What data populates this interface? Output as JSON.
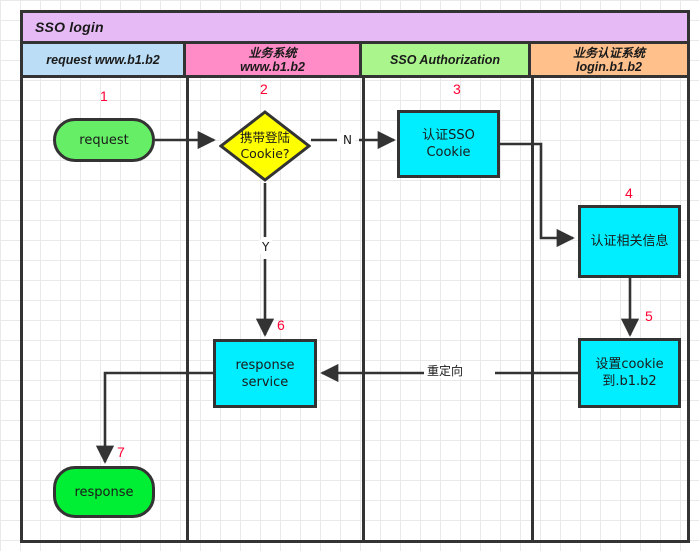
{
  "diagram": {
    "title": "SSO login",
    "lanes": [
      {
        "id": "lane-request",
        "line1": "request www.b1.b2",
        "line2": "",
        "color": "#BBDDF5"
      },
      {
        "id": "lane-business",
        "line1": "业务系统",
        "line2": "www.b1.b2",
        "color": "#FF8CC6"
      },
      {
        "id": "lane-sso",
        "line1": "SSO Authorization",
        "line2": "",
        "color": "#AAF58C"
      },
      {
        "id": "lane-auth",
        "line1": "业务认证系统",
        "line2": "login.b1.b2",
        "color": "#FFC08C"
      }
    ],
    "nodes": [
      {
        "id": "node-request",
        "label": "request",
        "shape": "pill",
        "color": "#66EE66",
        "step": "1"
      },
      {
        "id": "node-cookie-decision",
        "label": "携带登陆\nCookie?",
        "shape": "diamond",
        "color": "#FFFF00",
        "step": "2"
      },
      {
        "id": "node-verify-sso-cookie",
        "label": "认证SSO\nCookie",
        "shape": "rect",
        "color": "#00EEFF",
        "step": "3"
      },
      {
        "id": "node-auth-info",
        "label": "认证相关信息",
        "shape": "rect",
        "color": "#00EEFF",
        "step": "4"
      },
      {
        "id": "node-set-cookie",
        "label": "设置cookie\n到.b1.b2",
        "shape": "rect",
        "color": "#00EEFF",
        "step": "5"
      },
      {
        "id": "node-response-service",
        "label": "response\nservice",
        "shape": "rect",
        "color": "#00EEFF",
        "step": "6"
      },
      {
        "id": "node-response",
        "label": "response",
        "shape": "pill",
        "color": "#00EE33",
        "step": "7"
      }
    ],
    "edge_labels": [
      {
        "id": "edge-label-no",
        "text": "N"
      },
      {
        "id": "edge-label-yes",
        "text": "Y"
      },
      {
        "id": "edge-label-redirect",
        "text": "重定向"
      }
    ],
    "colors": {
      "title_bar": "#E6BBF5",
      "stroke": "#333333",
      "step_number": "#FF0033",
      "grid": "#E9E9E9"
    }
  }
}
